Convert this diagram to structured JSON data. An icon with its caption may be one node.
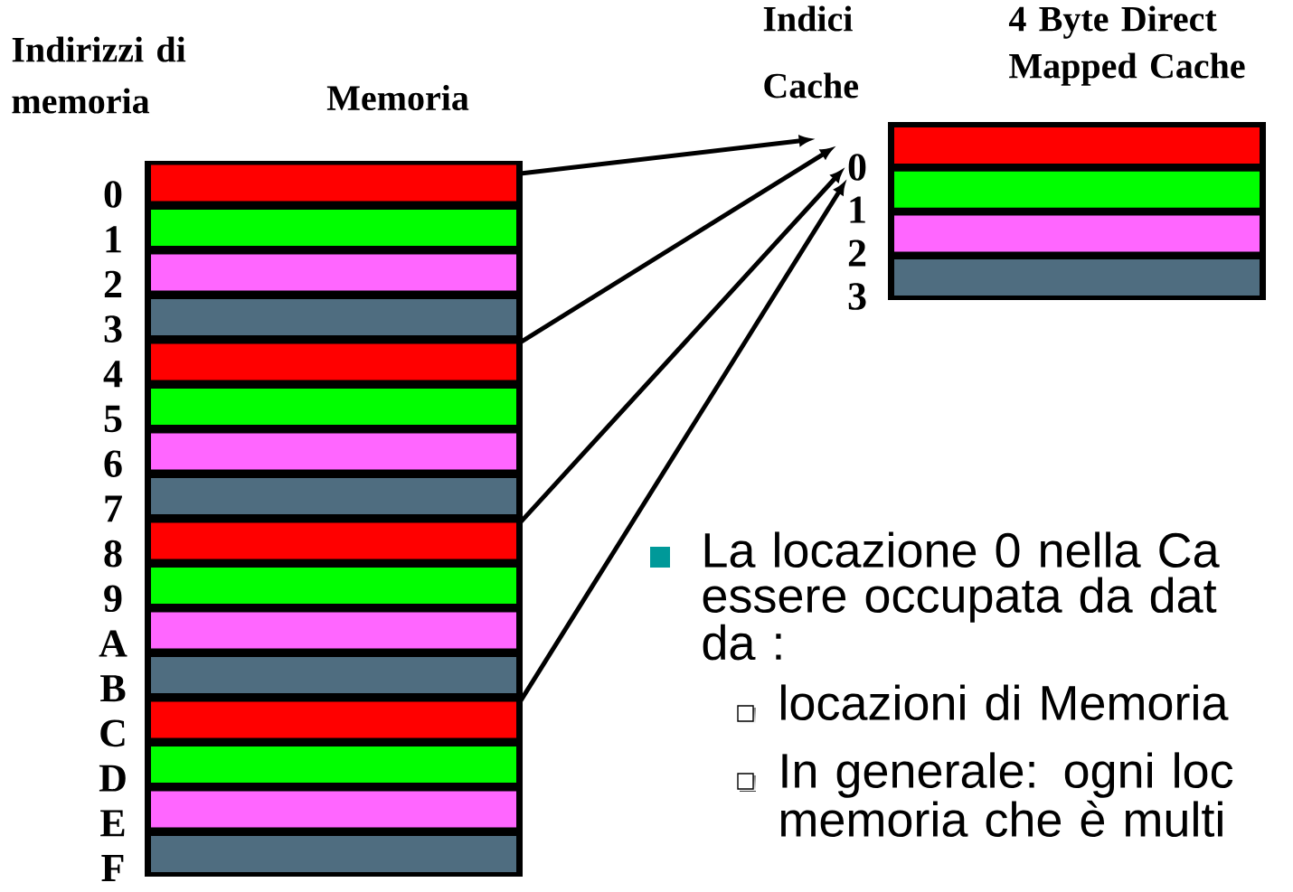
{
  "diagram": {
    "nodes": [
      {
        "text": [
          "Memoria"
        ]
      },
      {
        "text": [],
        "shape": "bar",
        "in": 0,
        "beside": [
          "0"
        ]
      },
      {
        "text": [],
        "shape": "bar",
        "in": 0,
        "beside": [
          "1"
        ]
      },
      {
        "text": [],
        "shape": "bar",
        "in": 0,
        "beside": [
          "2"
        ]
      },
      {
        "text": [],
        "shape": "bar",
        "in": 0,
        "beside": [
          "3"
        ]
      },
      {
        "text": [],
        "shape": "bar",
        "in": 0,
        "beside": [
          "4"
        ]
      },
      {
        "text": [],
        "shape": "bar",
        "in": 0,
        "beside": [
          "5"
        ]
      },
      {
        "text": [],
        "shape": "bar",
        "in": 0,
        "beside": [
          "6"
        ]
      },
      {
        "text": [],
        "shape": "bar",
        "in": 0,
        "beside": [
          "7"
        ]
      },
      {
        "text": [],
        "shape": "bar",
        "in": 0,
        "beside": [
          "8"
        ]
      },
      {
        "text": [],
        "shape": "bar",
        "in": 0,
        "beside": [
          "9"
        ]
      },
      {
        "text": [],
        "shape": "bar",
        "in": 0,
        "beside": [
          "A"
        ]
      },
      {
        "text": [],
        "shape": "bar",
        "in": 0,
        "beside": [
          "B"
        ]
      },
      {
        "text": [],
        "shape": "bar",
        "in": 0,
        "beside": [
          "C"
        ]
      },
      {
        "text": [],
        "shape": "bar",
        "in": 0,
        "beside": [
          "D"
        ]
      },
      {
        "text": [],
        "shape": "bar",
        "in": 0,
        "beside": [
          "E"
        ]
      },
      {
        "text": [],
        "shape": "bar",
        "in": 0,
        "beside": [
          "F"
        ]
      },
      {
        "text": [
          "4  Byte Direct Mapped Cache"
        ]
      },
      {
        "text": [],
        "shape": "bar",
        "in": 17
      },
      {
        "text": [],
        "shape": "bar",
        "in": 17
      },
      {
        "text": [],
        "shape": "bar",
        "in": 17
      },
      {
        "text": [],
        "shape": "bar",
        "in": 17
      },
      {
        "text": [
          "0"
        ]
      },
      {
        "text": [
          "1"
        ]
      },
      {
        "text": [
          "2"
        ]
      },
      {
        "text": [
          "3"
        ]
      }
    ],
    "edges": [
      {
        "from": 1,
        "to": 22,
        "arrow": "to"
      },
      {
        "from": 5,
        "to": 22,
        "arrow": "to"
      },
      {
        "from": 9,
        "to": 22,
        "arrow": "to"
      },
      {
        "from": 13,
        "to": 22,
        "arrow": "to"
      }
    ],
    "labels": [
      "Indirizzi di memoria",
      "Indici Cache",
      "La locazione 0 nella Ca essere occupata da dat da :",
      "locazioni di Memoria",
      "In generale: ogni loc memoria che è multi"
    ]
  }
}
